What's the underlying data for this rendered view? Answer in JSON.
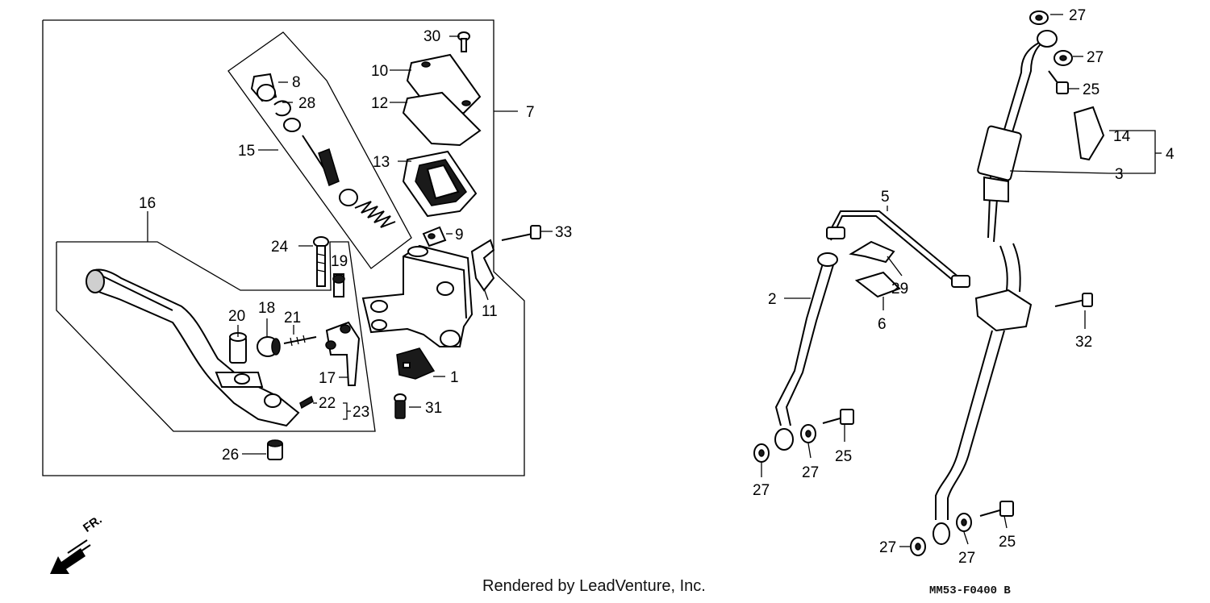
{
  "credit": "Rendered by LeadVenture, Inc.",
  "diagram_code": "MM53-F0400 B",
  "direction_label": "FR.",
  "callouts": {
    "c1": "1",
    "c2": "2",
    "c3": "3",
    "c4": "4",
    "c5": "5",
    "c6": "6",
    "c7": "7",
    "c8": "8",
    "c9": "9",
    "c10": "10",
    "c11": "11",
    "c12": "12",
    "c13": "13",
    "c14": "14",
    "c15": "15",
    "c16": "16",
    "c17": "17",
    "c18": "18",
    "c19": "19",
    "c20": "20",
    "c21": "21",
    "c22": "22",
    "c23": "23",
    "c24": "24",
    "c25": "25",
    "c26": "26",
    "c27": "27",
    "c28": "28",
    "c29": "29",
    "c30": "30",
    "c31": "31",
    "c32": "32",
    "c33": "33"
  }
}
